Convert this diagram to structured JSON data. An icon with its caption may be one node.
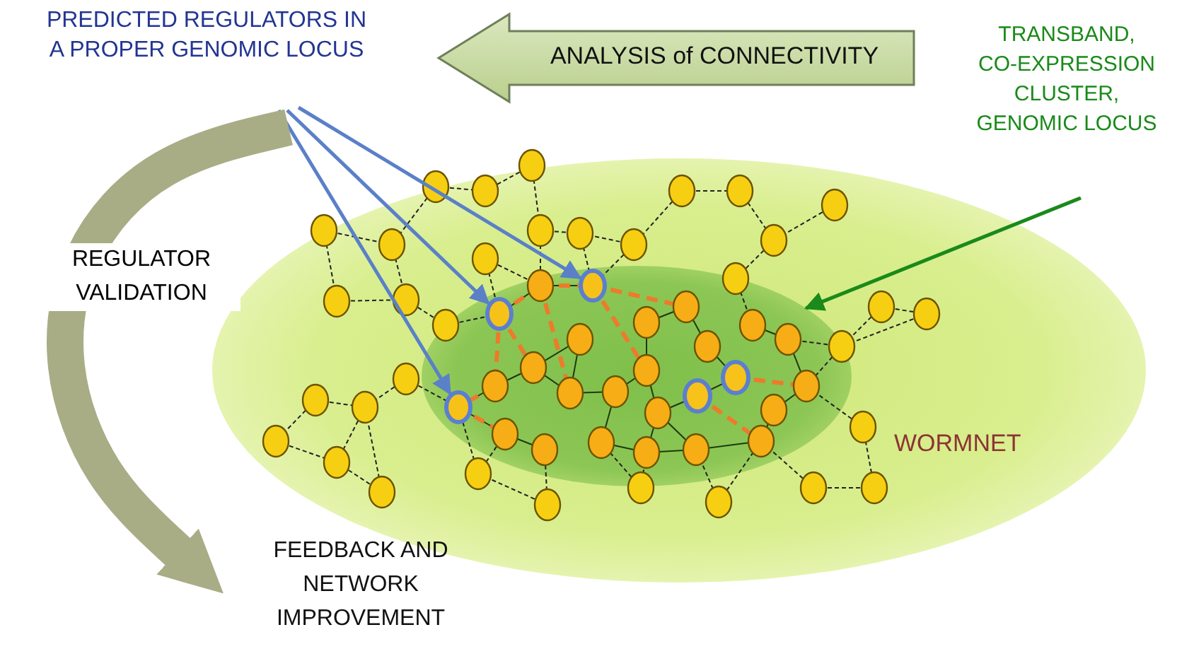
{
  "diagram": {
    "nodes": [
      {
        "text": [
          "PREDICTED REGULATORS IN A PROPER GENOMIC LOCUS"
        ]
      },
      {
        "text": [
          "ANALYSIS of CONNECTIVITY"
        ]
      },
      {
        "text": [
          "TRANSBAND, CO-EXPRESSION CLUSTER, GENOMIC LOCUS"
        ]
      },
      {
        "text": [
          "WORMNET"
        ]
      },
      {
        "text": [],
        "shape": "ellipse",
        "in": 3
      },
      {
        "text": [],
        "shape": "circle",
        "in": 4
      },
      {
        "text": [],
        "shape": "circle",
        "in": 4
      },
      {
        "text": [],
        "shape": "circle",
        "in": 4
      },
      {
        "text": [
          "FEEDBACK AND NETWORK IMPROVEMENT"
        ]
      }
    ],
    "edges": [
      {
        "from": 0,
        "to": 5,
        "arrow": "to"
      },
      {
        "from": 0,
        "to": 6,
        "arrow": "to"
      },
      {
        "from": 0,
        "to": 7,
        "arrow": "to"
      },
      {
        "from": 2,
        "to": 4,
        "arrow": "to",
        "color": "#1a8a1a"
      },
      {
        "from": 0,
        "to": 8,
        "arrow": "to",
        "style": "thick",
        "color": "#a9ad86",
        "label": "REGULATOR VALIDATION"
      }
    ]
  }
}
